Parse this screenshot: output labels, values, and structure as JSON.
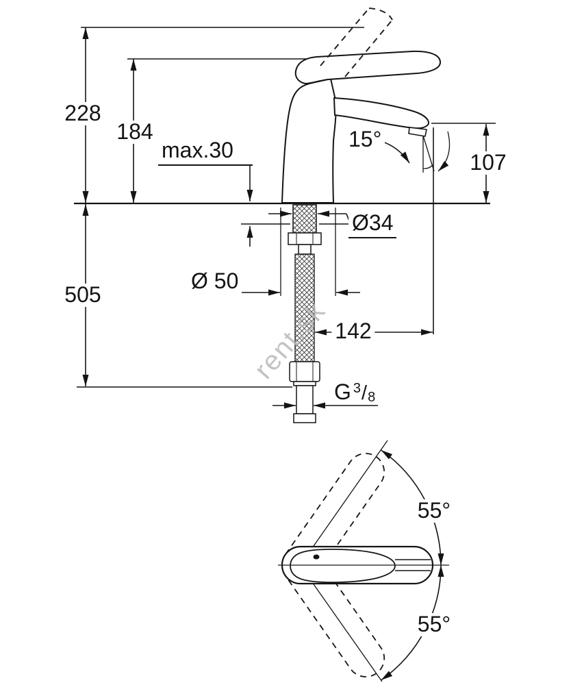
{
  "watermark": "rent.sk",
  "side_view": {
    "dims": {
      "height_total": "228",
      "height_body": "184",
      "deck_max": "max.30",
      "spout_angle": "15°",
      "spout_height": "107",
      "hole_diameter": "Ø34",
      "base_diameter": "Ø 50",
      "hose_length": "505",
      "reach": "142"
    },
    "thread": {
      "g": "G",
      "numerator": "3",
      "slash": "/",
      "denominator": "8"
    }
  },
  "top_view": {
    "swing_up": "55°",
    "swing_down": "55°"
  }
}
